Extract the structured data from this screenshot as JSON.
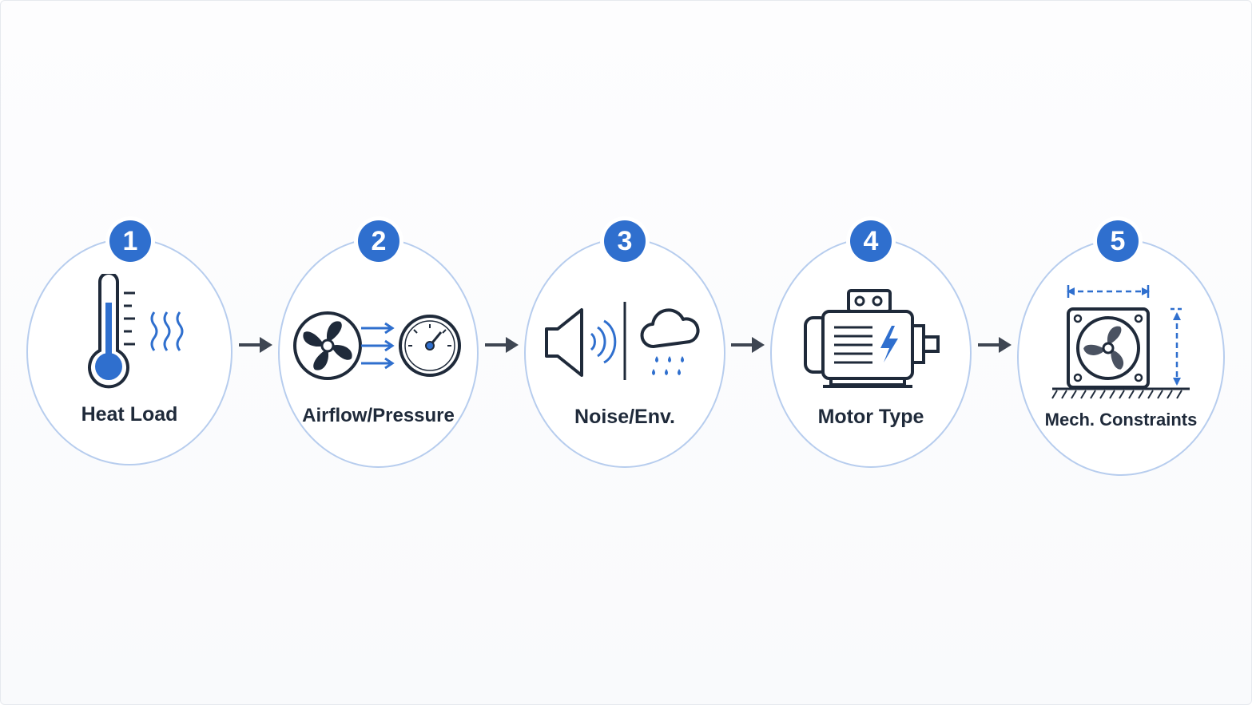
{
  "colors": {
    "accent": "#2f6fce",
    "ring": "#b7cdee",
    "ink": "#1f2a3a",
    "arrow": "#3e4652"
  },
  "steps": [
    {
      "number": "1",
      "label": "Heat Load",
      "icon": "thermometer-heat-icon"
    },
    {
      "number": "2",
      "label": "Airflow/Pressure",
      "icon": "fan-airflow-gauge-icon"
    },
    {
      "number": "3",
      "label": "Noise/Env.",
      "icon": "speaker-rain-icon"
    },
    {
      "number": "4",
      "label": "Motor Type",
      "icon": "electric-motor-icon"
    },
    {
      "number": "5",
      "label": "Mech. Constraints",
      "icon": "fan-dimensions-icon"
    }
  ]
}
